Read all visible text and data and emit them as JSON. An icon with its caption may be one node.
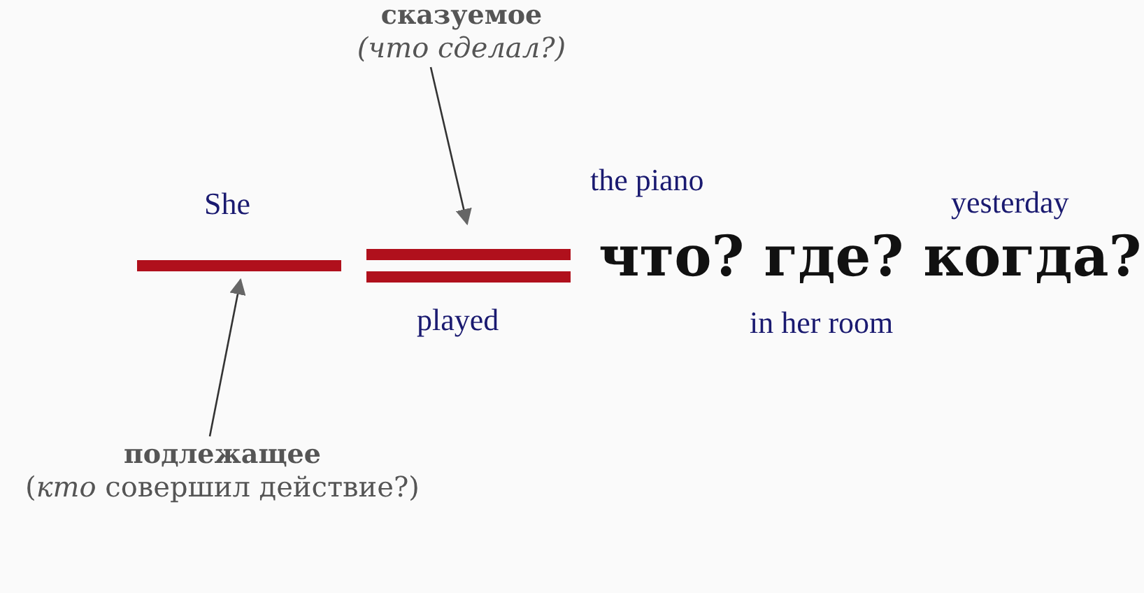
{
  "diagram": {
    "nodes": [
      {
        "text": [
          "сказуемое",
          "(что сделал?)"
        ]
      },
      {
        "text": [],
        "shape": "bar",
        "beside": [
          "She"
        ]
      },
      {
        "text": [],
        "shape": "bar",
        "beside": [
          "played"
        ]
      },
      {
        "text": [
          "подлежащее",
          "(*кто* совершил действие?)"
        ]
      }
    ],
    "edges": [
      {
        "from": 0,
        "to": 2,
        "arrow": "to"
      },
      {
        "from": 3,
        "to": 1,
        "arrow": "to"
      }
    ],
    "labels": [
      "the piano",
      "yesterday",
      "что? где? когда?",
      "in her room"
    ]
  }
}
